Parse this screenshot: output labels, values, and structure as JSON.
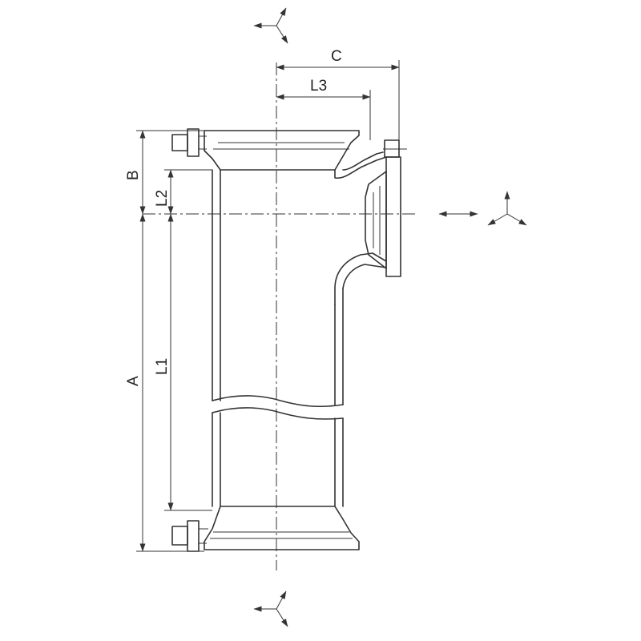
{
  "dimensions": {
    "a": "A",
    "b": "B",
    "c": "C",
    "l1": "L1",
    "l2": "L2",
    "l3": "L3"
  },
  "icons": [
    "movement-axes-icon",
    "movement-arrow-icon"
  ]
}
